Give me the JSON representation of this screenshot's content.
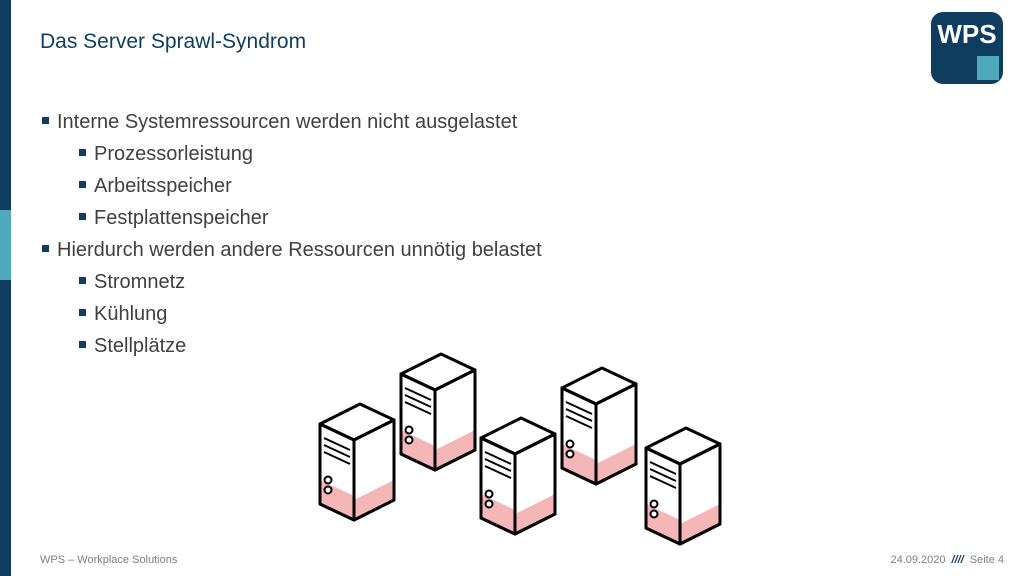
{
  "slide": {
    "title": "Das Server Sprawl-Syndrom",
    "logo": {
      "text": "WPS",
      "icon": "wps-logo-icon",
      "color_primary": "#0f3d5f",
      "color_accent": "#4fa9bd"
    },
    "bullets": [
      {
        "level": 1,
        "text": "Interne Systemressourcen werden nicht ausgelastet"
      },
      {
        "level": 2,
        "text": "Prozessorleistung"
      },
      {
        "level": 2,
        "text": "Arbeitsspeicher"
      },
      {
        "level": 2,
        "text": "Festplattenspeicher"
      },
      {
        "level": 1,
        "text": "Hierdurch werden andere Ressourcen unnötig belastet"
      },
      {
        "level": 2,
        "text": "Stromnetz"
      },
      {
        "level": 2,
        "text": "Kühlung"
      },
      {
        "level": 2,
        "text": "Stellplätze"
      }
    ],
    "illustration": {
      "icon": "server-tower-icon",
      "count": 5,
      "fill_color": "#f4b6b6"
    }
  },
  "footer": {
    "company": "WPS – Workplace Solutions",
    "date": "24.09.2020",
    "separator": "////",
    "page": "Seite 4"
  }
}
